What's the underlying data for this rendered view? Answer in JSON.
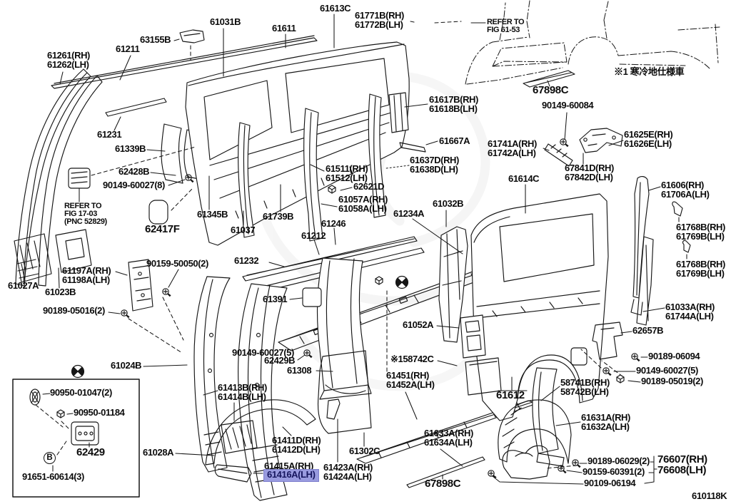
{
  "diagram": {
    "figure_code": "610118K",
    "highlight_color": "#999bdf",
    "icons": {
      "target_symbol": "⊗",
      "detail_callout": "Ⓑ",
      "bolt": "bolt-icon",
      "nut": "nut-icon",
      "grommet": "grommet-icon"
    },
    "labels": [
      {
        "id": "p61261",
        "lines": [
          "61261(RH)",
          "61262(LH)"
        ]
      },
      {
        "id": "p61211",
        "lines": [
          "61211"
        ]
      },
      {
        "id": "p63155B",
        "lines": [
          "63155B"
        ]
      },
      {
        "id": "p61031B",
        "lines": [
          "61031B"
        ]
      },
      {
        "id": "p61611",
        "lines": [
          "61611"
        ]
      },
      {
        "id": "p61613C",
        "lines": [
          "61613C"
        ]
      },
      {
        "id": "p61771B",
        "lines": [
          "61771B(RH)",
          "61772B(LH)"
        ]
      },
      {
        "id": "refer6153",
        "lines": [
          "REFER TO",
          "FIG 61-53"
        ]
      },
      {
        "id": "noteCold",
        "lines": [
          "※1 寒冷地仕様車"
        ]
      },
      {
        "id": "p67898C_top",
        "lines": [
          "67898C"
        ]
      },
      {
        "id": "p90149_60084",
        "lines": [
          "90149-60084"
        ]
      },
      {
        "id": "p61625E",
        "lines": [
          "61625E(RH)",
          "61626E(LH)"
        ]
      },
      {
        "id": "p61741A",
        "lines": [
          "61741A(RH)",
          "61742A(LH)"
        ]
      },
      {
        "id": "p67841D",
        "lines": [
          "67841D(RH)",
          "67842D(LH)"
        ]
      },
      {
        "id": "p61617B",
        "lines": [
          "61617B(RH)",
          "61618B(LH)"
        ]
      },
      {
        "id": "p61667A",
        "lines": [
          "61667A"
        ]
      },
      {
        "id": "p61637D",
        "lines": [
          "61637D(RH)",
          "61638D(LH)"
        ]
      },
      {
        "id": "p61231",
        "lines": [
          "61231"
        ]
      },
      {
        "id": "p61339B",
        "lines": [
          "61339B"
        ]
      },
      {
        "id": "p62428B",
        "lines": [
          "62428B"
        ]
      },
      {
        "id": "p90149_60027_8",
        "lines": [
          "90149-60027(8)"
        ]
      },
      {
        "id": "refer1703",
        "lines": [
          "REFER TO",
          "FIG 17-03",
          "(PNC 52829)"
        ]
      },
      {
        "id": "p62417F",
        "lines": [
          "62417F"
        ]
      },
      {
        "id": "p61345B",
        "lines": [
          "61345B"
        ]
      },
      {
        "id": "p61037",
        "lines": [
          "61037"
        ]
      },
      {
        "id": "p61739B",
        "lines": [
          "61739B"
        ]
      },
      {
        "id": "p61511",
        "lines": [
          "61511(RH)",
          "61512(LH)"
        ]
      },
      {
        "id": "p62621D",
        "lines": [
          "62621D"
        ]
      },
      {
        "id": "p61057A",
        "lines": [
          "61057A(RH)",
          "61058A(LH)"
        ]
      },
      {
        "id": "p61234A",
        "lines": [
          "61234A"
        ]
      },
      {
        "id": "p61032B",
        "lines": [
          "61032B"
        ]
      },
      {
        "id": "p61614C",
        "lines": [
          "61614C"
        ]
      },
      {
        "id": "p61606",
        "lines": [
          "61606(RH)",
          "61706A(LH)"
        ]
      },
      {
        "id": "p61768B_1",
        "lines": [
          "61768B(RH)",
          "61769B(LH)"
        ]
      },
      {
        "id": "p61768B_2",
        "lines": [
          "61768B(RH)",
          "61769B(LH)"
        ]
      },
      {
        "id": "p61033A",
        "lines": [
          "61033A(RH)",
          "61744A(LH)"
        ]
      },
      {
        "id": "p62657B",
        "lines": [
          "62657B"
        ]
      },
      {
        "id": "p90189_06094",
        "lines": [
          "90189-06094"
        ]
      },
      {
        "id": "p90149_60027_5r",
        "lines": [
          "90149-60027(5)"
        ]
      },
      {
        "id": "p90189_05019",
        "lines": [
          "90189-05019(2)"
        ]
      },
      {
        "id": "p61027A",
        "lines": [
          "61027A"
        ]
      },
      {
        "id": "p61023B",
        "lines": [
          "61023B"
        ]
      },
      {
        "id": "p61197A",
        "lines": [
          "61197A(RH)",
          "61198A(LH)"
        ]
      },
      {
        "id": "p90159_50050",
        "lines": [
          "90159-50050(2)"
        ]
      },
      {
        "id": "p90189_05016",
        "lines": [
          "90189-05016(2)"
        ]
      },
      {
        "id": "p61024B",
        "lines": [
          "61024B"
        ]
      },
      {
        "id": "p61232",
        "lines": [
          "61232"
        ]
      },
      {
        "id": "p61212",
        "lines": [
          "61212"
        ]
      },
      {
        "id": "p61246",
        "lines": [
          "61246"
        ]
      },
      {
        "id": "p61391",
        "lines": [
          "61391"
        ]
      },
      {
        "id": "p61052A",
        "lines": [
          "61052A"
        ]
      },
      {
        "id": "p90149_60027_5l",
        "lines": [
          "90149-60027(5)"
        ]
      },
      {
        "id": "p62429B",
        "lines": [
          "62429B"
        ]
      },
      {
        "id": "p61308",
        "lines": [
          "61308"
        ]
      },
      {
        "id": "p158742C",
        "lines": [
          "※158742C"
        ]
      },
      {
        "id": "p61451",
        "lines": [
          "61451(RH)",
          "61452A(LH)"
        ]
      },
      {
        "id": "p61612",
        "lines": [
          "61612"
        ]
      },
      {
        "id": "p58741B",
        "lines": [
          "58741B(RH)",
          "58742B(LH)"
        ]
      },
      {
        "id": "p61631A",
        "lines": [
          "61631A(RH)",
          "61632A(LH)"
        ]
      },
      {
        "id": "p61633A",
        "lines": [
          "61633A(RH)",
          "61634A(LH)"
        ]
      },
      {
        "id": "p61413B",
        "lines": [
          "61413B(RH)",
          "61414B(LH)"
        ]
      },
      {
        "id": "p61028A",
        "lines": [
          "61028A"
        ]
      },
      {
        "id": "p61411D",
        "lines": [
          "61411D(RH)",
          "61412D(LH)"
        ]
      },
      {
        "id": "p61415A",
        "lines": [
          "61415A(RH)"
        ]
      },
      {
        "id": "p61416A",
        "lines": [
          "61416A(LH)"
        ],
        "highlighted": true
      },
      {
        "id": "p61423A",
        "lines": [
          "61423A(RH)",
          "61424A(LH)"
        ]
      },
      {
        "id": "p61302C",
        "lines": [
          "61302C"
        ]
      },
      {
        "id": "p67898C_bot",
        "lines": [
          "67898C"
        ]
      },
      {
        "id": "p90189_06029",
        "lines": [
          "90189-06029(2)"
        ]
      },
      {
        "id": "p90159_60391",
        "lines": [
          "90159-60391(2)"
        ]
      },
      {
        "id": "p90109_06194",
        "lines": [
          "90109-06194"
        ]
      },
      {
        "id": "p76607",
        "lines": [
          "76607(RH)",
          "76608(LH)"
        ]
      },
      {
        "id": "figcode",
        "lines": [
          "610118K"
        ]
      },
      {
        "id": "b90950_01047",
        "lines": [
          "90950-01047(2)"
        ]
      },
      {
        "id": "b90950_01184",
        "lines": [
          "90950-01184"
        ]
      },
      {
        "id": "b62429",
        "lines": [
          "62429"
        ]
      },
      {
        "id": "b91651",
        "lines": [
          "91651-60614(3)"
        ]
      },
      {
        "id": "circleB",
        "lines": [
          "B"
        ]
      }
    ]
  }
}
